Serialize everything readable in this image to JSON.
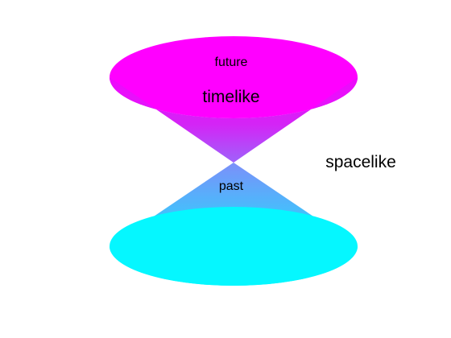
{
  "diagram": {
    "labels": {
      "future": "future",
      "timelike": "timelike",
      "past": "past",
      "spacelike": "spacelike"
    },
    "colors": {
      "future_color": "#ff00ff",
      "past_color": "#00ffff",
      "background": "#ffffff",
      "text": "#000000"
    }
  }
}
